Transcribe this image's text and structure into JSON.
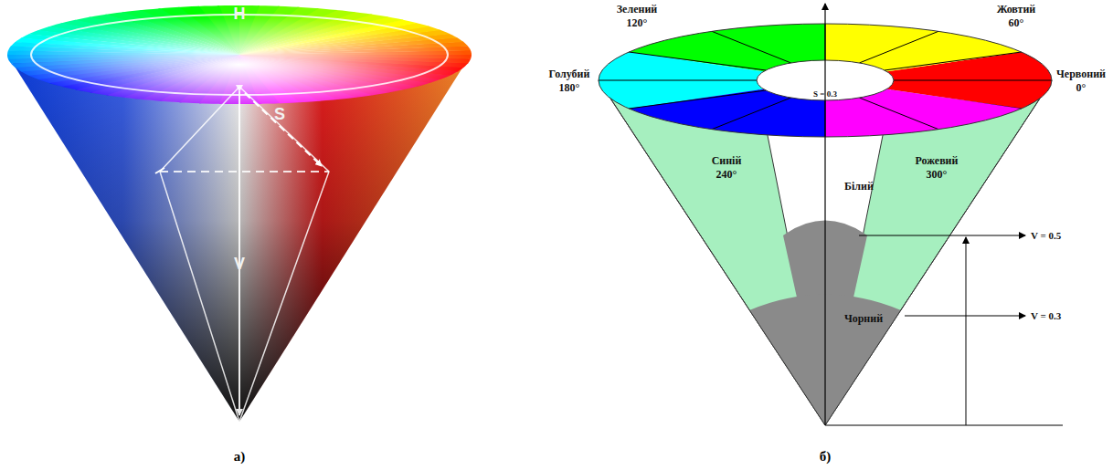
{
  "diagram": {
    "labels": [
      "H",
      "S",
      "V",
      "а)",
      "Зелений",
      "120°",
      "Жовтий",
      "60°",
      "Голубий",
      "180°",
      "Червоний",
      "0°",
      "S = 0.3",
      "Синій",
      "240°",
      "Рожевий",
      "300°",
      "Білий",
      "V = 0.5",
      "V = 0.3",
      "Чорний",
      "б)"
    ]
  }
}
